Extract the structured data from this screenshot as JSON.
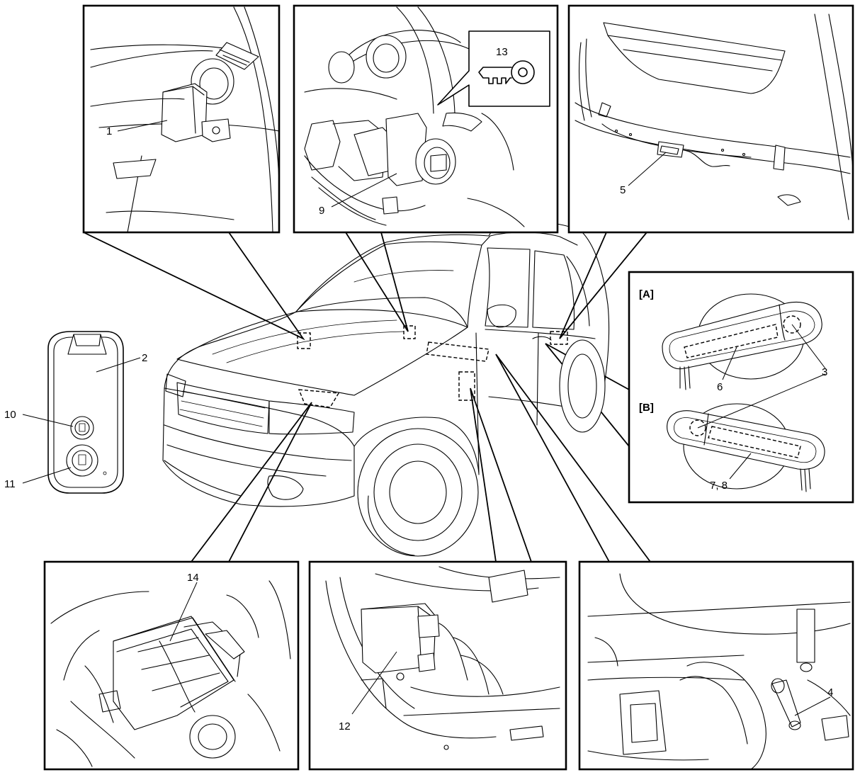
{
  "labels": {
    "n1": "1",
    "n2": "2",
    "n3": "3",
    "n4": "4",
    "n5": "5",
    "n6": "6",
    "n78": "7, 8",
    "n9": "9",
    "n10": "10",
    "n11": "11",
    "n12": "12",
    "n13": "13",
    "n14": "14",
    "a": "[A]",
    "b": "[B]"
  },
  "icons": {
    "key": "key-icon",
    "transmitter": "remote-transmitter-icon"
  },
  "colors": {
    "line": "#000000",
    "background": "#ffffff"
  }
}
